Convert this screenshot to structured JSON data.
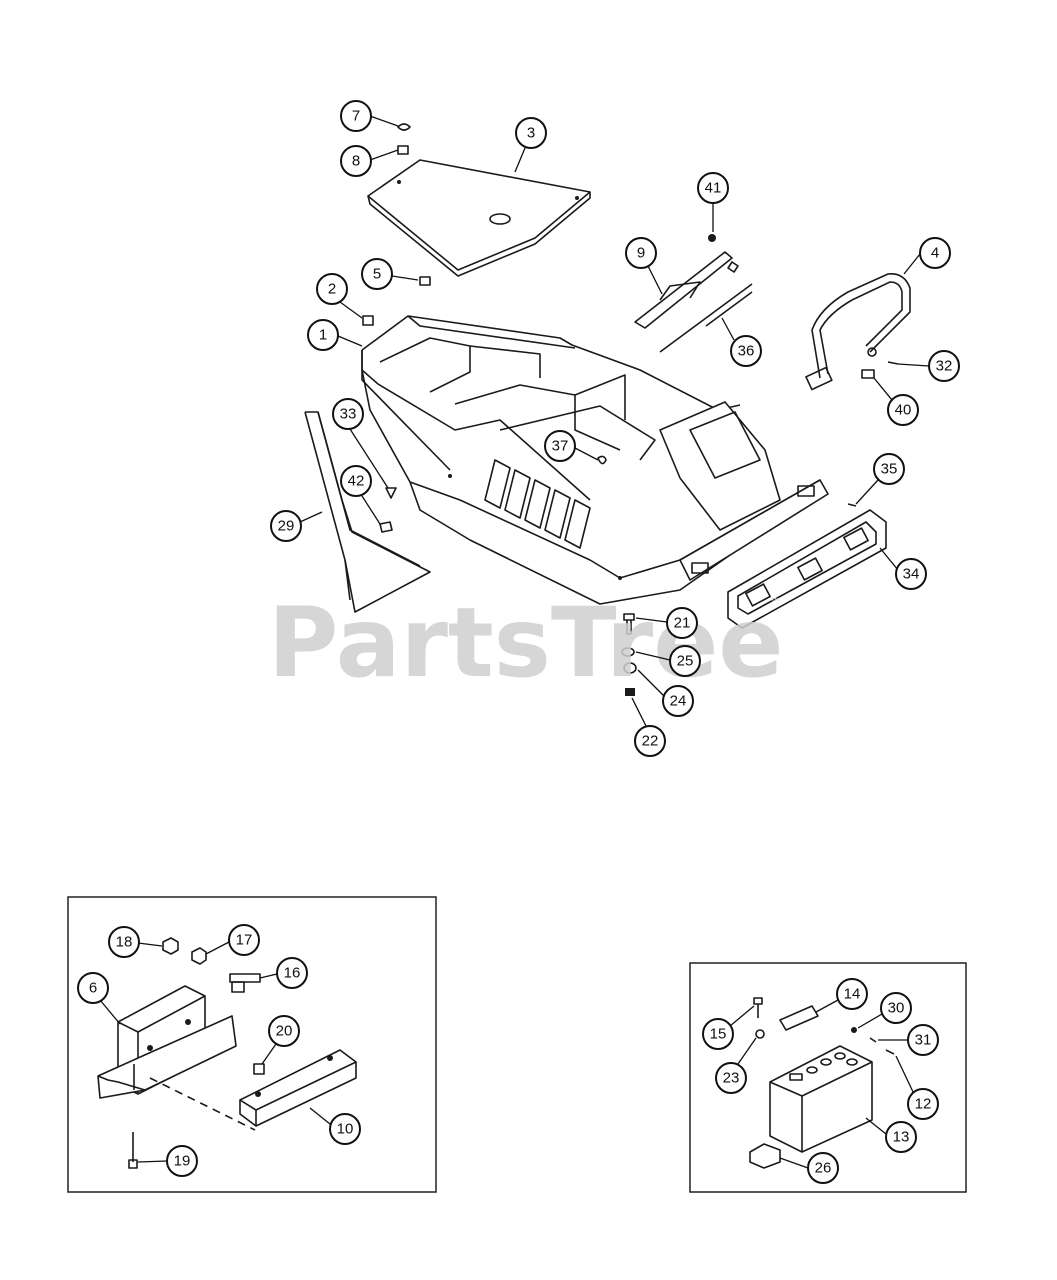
{
  "watermark": {
    "text": "PartsTree",
    "trademark": "™"
  },
  "main_callouts": [
    "7",
    "8",
    "3",
    "41",
    "9",
    "4",
    "5",
    "2",
    "1",
    "36",
    "32",
    "40",
    "33",
    "37",
    "42",
    "35",
    "29",
    "34",
    "21",
    "25",
    "24",
    "22"
  ],
  "inset_left_callouts": [
    "18",
    "17",
    "16",
    "6",
    "20",
    "10",
    "19"
  ],
  "inset_right_callouts": [
    "14",
    "30",
    "15",
    "31",
    "23",
    "12",
    "13",
    "26"
  ],
  "colors": {
    "line": "#111111",
    "watermark": "#cfcfcf",
    "background": "#ffffff"
  }
}
